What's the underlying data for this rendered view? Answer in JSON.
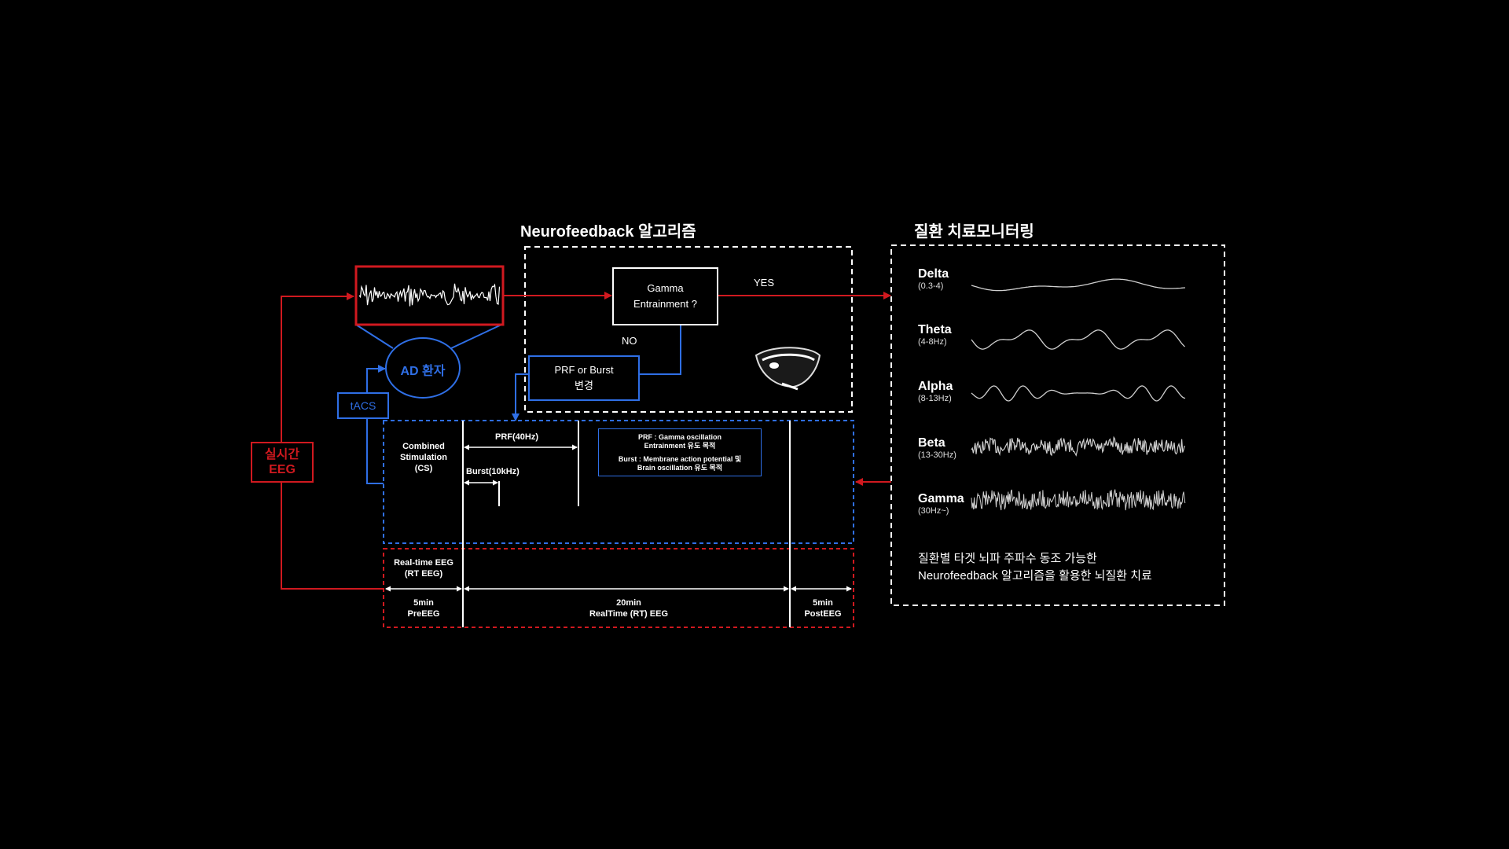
{
  "titles": {
    "algorithm": "Neurofeedback 알고리즘",
    "monitoring": "질환 치료모니터링"
  },
  "nodes": {
    "realtime_eeg_box": [
      "실시간",
      "EEG"
    ],
    "patient": "AD 환자",
    "tacs": "tACS",
    "gamma_question": [
      "Gamma",
      "Entrainment ?"
    ],
    "prf_change": [
      "PRF or Burst",
      "변경"
    ],
    "yes": "YES",
    "no": "NO"
  },
  "stimulation": {
    "cs_label": [
      "Combined",
      "Stimulation",
      "(CS)"
    ],
    "prf": "PRF(40Hz)",
    "burst": "Burst(10kHz)",
    "note_prf": [
      "PRF : Gamma oscillation",
      "Entrainment 유도 목적"
    ],
    "note_burst": [
      "Burst : Membrane action potential 및",
      "Brain oscillation 유도 목적"
    ]
  },
  "eeg_timeline": {
    "rt_label": [
      "Real-time EEG",
      "(RT EEG)"
    ],
    "pre": [
      "5min",
      "PreEEG"
    ],
    "rt": [
      "20min",
      "RealTime (RT) EEG"
    ],
    "post": [
      "5min",
      "PostEEG"
    ]
  },
  "bands": [
    {
      "name": "Delta",
      "range": "(0.3-4)"
    },
    {
      "name": "Theta",
      "range": "(4-8Hz)"
    },
    {
      "name": "Alpha",
      "range": "(8-13Hz)"
    },
    {
      "name": "Beta",
      "range": "(13-30Hz)"
    },
    {
      "name": "Gamma",
      "range": "(30Hz~)"
    }
  ],
  "monitoring_caption": [
    "질환별 타겟 뇌파 주파수 동조 가능한",
    "Neurofeedback 알고리즘을 활용한 뇌질환 치료"
  ],
  "colors": {
    "red": "#d0191f",
    "blue": "#2f6fe6",
    "white": "#ffffff",
    "background": "#000000"
  }
}
